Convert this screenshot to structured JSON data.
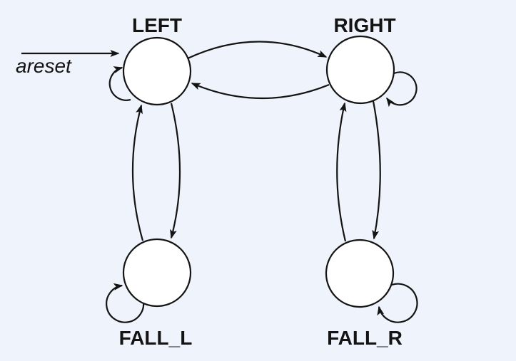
{
  "diagram": {
    "kind": "finite-state-machine",
    "reset_signal": {
      "label": "areset"
    },
    "states": [
      {
        "id": "left",
        "label": "LEFT"
      },
      {
        "id": "right",
        "label": "RIGHT"
      },
      {
        "id": "fall_l",
        "label": "FALL_L"
      },
      {
        "id": "fall_r",
        "label": "FALL_R"
      }
    ],
    "transitions": [
      {
        "from": "areset",
        "to": "LEFT",
        "kind": "reset-entry"
      },
      {
        "from": "LEFT",
        "to": "LEFT",
        "kind": "self-loop"
      },
      {
        "from": "RIGHT",
        "to": "RIGHT",
        "kind": "self-loop"
      },
      {
        "from": "FALL_L",
        "to": "FALL_L",
        "kind": "self-loop"
      },
      {
        "from": "FALL_R",
        "to": "FALL_R",
        "kind": "self-loop"
      },
      {
        "from": "LEFT",
        "to": "RIGHT",
        "kind": "transition"
      },
      {
        "from": "RIGHT",
        "to": "LEFT",
        "kind": "transition"
      },
      {
        "from": "LEFT",
        "to": "FALL_L",
        "kind": "transition"
      },
      {
        "from": "FALL_L",
        "to": "LEFT",
        "kind": "transition"
      },
      {
        "from": "RIGHT",
        "to": "FALL_R",
        "kind": "transition"
      },
      {
        "from": "FALL_R",
        "to": "RIGHT",
        "kind": "transition"
      }
    ],
    "colors": {
      "background": "#eff3fb",
      "node_fill": "#ffffff",
      "stroke": "#141414"
    }
  }
}
